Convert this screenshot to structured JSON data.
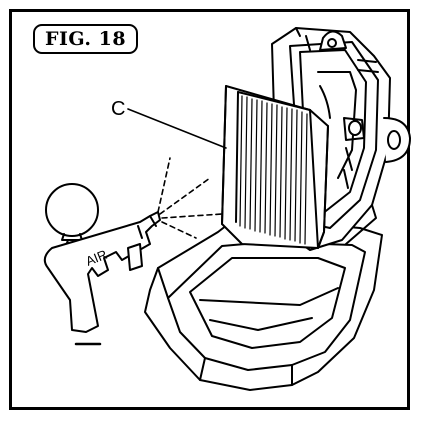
{
  "figure": {
    "label": "FIG. 18"
  },
  "callouts": [
    {
      "text": "C"
    }
  ],
  "tool": {
    "text": "AIR"
  }
}
